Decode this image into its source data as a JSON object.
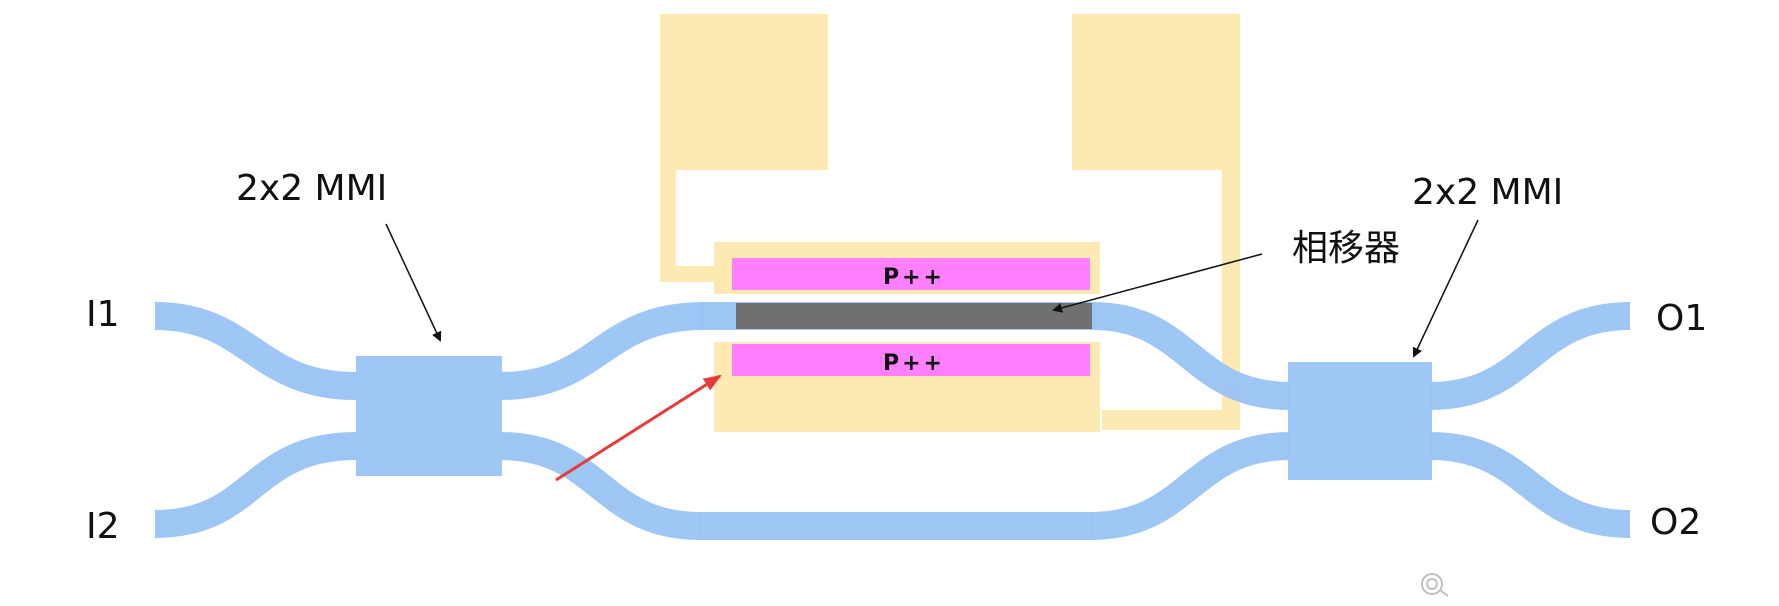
{
  "labels": {
    "i1": "I1",
    "i2": "I2",
    "o1": "O1",
    "o2": "O2",
    "mmi_left": "2x2 MMI",
    "mmi_right": "2x2 MMI",
    "phase_shifter": "相移器",
    "p_top": "P++",
    "p_bottom": "P++"
  },
  "colors": {
    "waveguide": "#99c4f5",
    "metal_pad": "#fde9b2",
    "doping": "#ff80ff",
    "core": "#707070",
    "arrow_black": "#111111",
    "arrow_red": "#e83a3a",
    "watermark": "#bfbfbf"
  },
  "icons": {
    "watermark": "logo-watermark-icon"
  }
}
